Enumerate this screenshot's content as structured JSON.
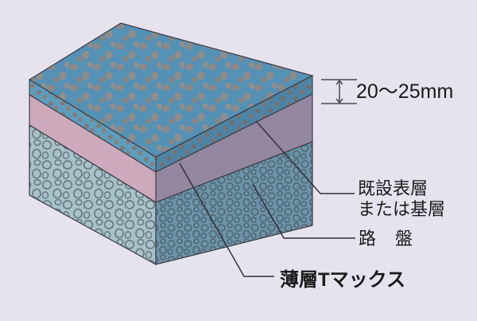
{
  "figure": {
    "type": "pavement-cross-section-3d-block",
    "background_color": "#e6e3ef",
    "line_color": "#3a3a42",
    "text_color": "#1a1a1a"
  },
  "dimension": {
    "value_label": "20〜25mm",
    "arrow_name": "thickness-dimension-arrow"
  },
  "callouts": {
    "existing_surface": {
      "line1": "既設表層",
      "line2": "または基層"
    },
    "roadbed": "路　盤",
    "product": "薄層Tマックス"
  },
  "layers": [
    {
      "name": "thin-overlay-layer",
      "label_ref": "薄層Tマックス",
      "top_face_color": "#5590b5",
      "left_face_color": "#5d9ec0",
      "right_face_color": "#4d84a6",
      "aggregate_color": "#8a8a8a",
      "pattern": "aggregate-dots"
    },
    {
      "name": "existing-surface-layer",
      "label_ref": "既設表層または基層",
      "left_face_color": "#cda9bc",
      "right_face_color": "#93869f",
      "pattern": "solid"
    },
    {
      "name": "roadbed-layer",
      "label_ref": "路　盤",
      "left_face_color": "#a8c2cb",
      "right_face_color": "#6e93a8",
      "stone_outline_left": "#6b7b80",
      "stone_outline_right": "#4d6675",
      "pattern": "crushed-stone-rings"
    }
  ]
}
